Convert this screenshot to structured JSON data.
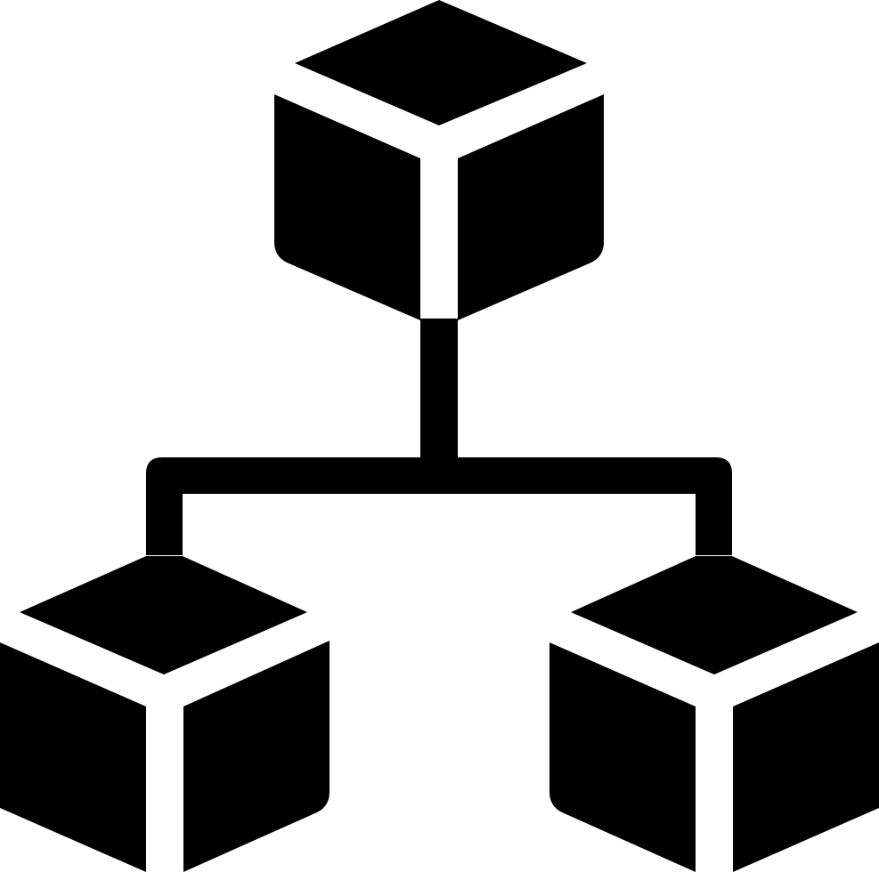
{
  "icon": {
    "name": "hierarchy-cubes-icon",
    "color": "#000000",
    "background": "#ffffff",
    "nodes": [
      "top-cube",
      "left-cube",
      "right-cube"
    ]
  }
}
